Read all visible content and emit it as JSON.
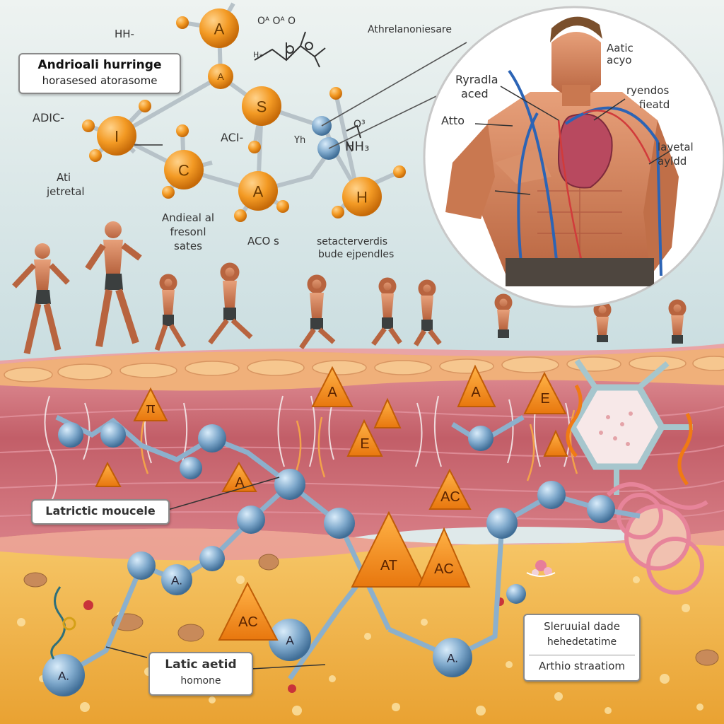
{
  "header_box": {
    "line1": "Andrioali hurringe",
    "line2": "horasesed atorasome"
  },
  "chem_labels": {
    "hh": "HH-",
    "adic": "ADIC-",
    "aci": "ACI-",
    "ati": "Ati",
    "jetretal": "jetretal",
    "andieal": "Andieal al",
    "fresonl": "fresonl",
    "sates": "sates",
    "acos": "ACO s",
    "satac1": "setacterverdis",
    "satac2": "bude ejpendles",
    "yh": "Yh",
    "hh3": "HH₃",
    "o3": "O³",
    "formula": "Oᴬ  Oᴬ  O",
    "h_sub": "H₃"
  },
  "molecule_top": [
    "A",
    "A",
    "S",
    "I",
    "C",
    "A",
    "H"
  ],
  "body_labels": {
    "top": "Athrelanoniesare",
    "aatic": "Aatic acyo",
    "ryrad1": "Ryradla",
    "ryrad2": "aced",
    "atto": "Atto",
    "ryendos": "ryendos",
    "fiestd": "fieatd",
    "lavetal": "lavetal",
    "ayidd": "ayldd"
  },
  "muscle_triangles": [
    "π",
    "A",
    "A",
    "E",
    "E",
    "A",
    "AC",
    "AT",
    "AC",
    "AC"
  ],
  "chain_nodes": [
    "A.",
    "A.",
    "A",
    "A."
  ],
  "label_muscle": "Latrictic moucele",
  "label_lactic": {
    "line1": "Latic aetid",
    "line2": "homone"
  },
  "label_steroid": {
    "line1": "Sleruuial dade",
    "line2": "hehedetatime",
    "line3": "Arthio straatiom"
  },
  "colors": {
    "orange": "#f0901e",
    "blue": "#6e9ec4",
    "muscle": "#c96a72",
    "fat": "#f3b548",
    "sky": "#dfe9ea"
  }
}
